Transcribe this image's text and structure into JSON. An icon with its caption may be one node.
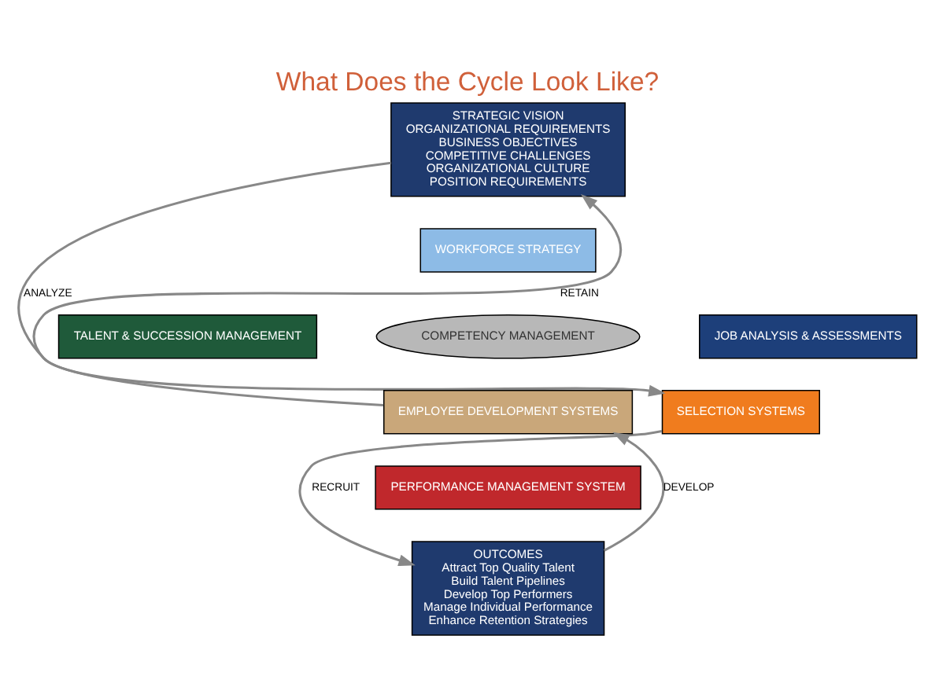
{
  "diagram": {
    "title": "What Does the Cycle Look Like?",
    "nodes": [
      {
        "text": [
          "STRATEGIC VISION",
          "ORGANIZATIONAL REQUIREMENTS",
          "BUSINESS OBJECTIVES",
          "COMPETITIVE CHALLENGES",
          "ORGANIZATIONAL CULTURE",
          "POSITION REQUIREMENTS"
        ]
      },
      {
        "text": [
          "WORKFORCE STRATEGY"
        ]
      },
      {
        "text": [
          "JOB ANALYSIS & ASSESSMENTS"
        ]
      },
      {
        "text": [
          "SELECTION SYSTEMS"
        ]
      },
      {
        "text": [
          "PERFORMANCE MANAGEMENT SYSTEM"
        ]
      },
      {
        "text": [
          "EMPLOYEE DEVELOPMENT SYSTEMS"
        ]
      },
      {
        "text": [
          "TALENT & SUCCESSION MANAGEMENT"
        ]
      },
      {
        "text": [
          "COMPETENCY MANAGEMENT"
        ]
      },
      {
        "text": [
          "OUTCOMES",
          "Attract Top Quality Talent",
          "Build Talent Pipelines",
          "Develop Top Performers",
          "Manage Individual Performance",
          "Enhance Retention Strategies"
        ]
      }
    ],
    "edges": [
      {
        "from": 0,
        "to": 3,
        "arrow": "to",
        "label": "ANALYZE"
      },
      {
        "from": 3,
        "to": 8,
        "arrow": "to",
        "label": "RECRUIT"
      },
      {
        "from": 8,
        "to": 5,
        "arrow": "to",
        "label": "DEVELOP"
      },
      {
        "from": 5,
        "to": 0,
        "arrow": "to",
        "label": "RETAIN"
      }
    ]
  }
}
